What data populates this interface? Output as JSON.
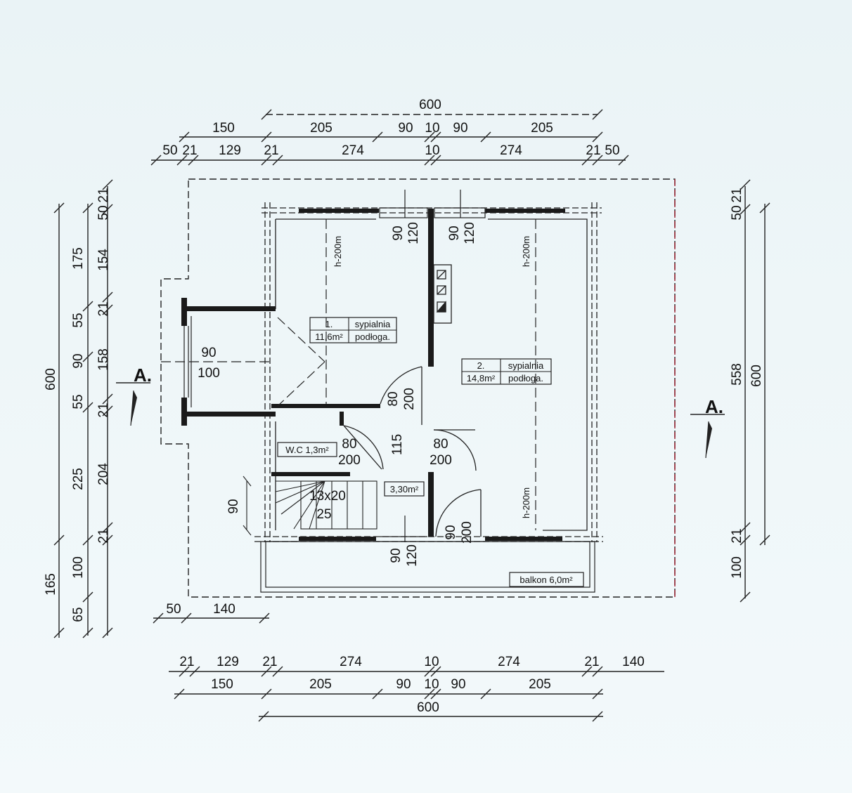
{
  "dims": {
    "top_total": "600",
    "top_mid": [
      "150",
      "205",
      "90",
      "10",
      "90",
      "205"
    ],
    "top_low": [
      "50",
      "21",
      "129",
      "21",
      "274",
      "10",
      "274",
      "21",
      "50"
    ],
    "bottom_top": [
      "21",
      "129",
      "21",
      "274",
      "10",
      "274",
      "21",
      "140"
    ],
    "bottom_mid": [
      "150",
      "205",
      "90",
      "10",
      "90",
      "205"
    ],
    "bottom_total": "600",
    "lower_left": [
      "50",
      "140"
    ],
    "left_outer": [
      "600",
      "165"
    ],
    "left_mid": [
      "175",
      "55",
      "90",
      "55",
      "225",
      "100",
      "65"
    ],
    "left_inner": [
      "21",
      "50",
      "154",
      "21",
      "158",
      "21",
      "204",
      "21"
    ],
    "right_mid": [
      "21",
      "50",
      "558",
      "21",
      "100"
    ],
    "right_outer": "600"
  },
  "openings": {
    "top_left_window": [
      "90",
      "120"
    ],
    "top_right_window": [
      "90",
      "120"
    ],
    "left_window": [
      "90",
      "100"
    ],
    "door_room2": [
      "80",
      "200"
    ],
    "door_wc": [
      "80",
      "200"
    ],
    "door_hall": [
      "80",
      "200"
    ],
    "hall_width": "115",
    "stair_width": "90",
    "bottom_window": [
      "90",
      "120"
    ],
    "balcony_door": [
      "90",
      "200"
    ]
  },
  "labels": {
    "heights": [
      "h-200m",
      "h-200m",
      "h-200m"
    ],
    "room1": {
      "num": "1.",
      "name": "sypialnia",
      "area": "11,6m²",
      "note": "podłoga."
    },
    "room2": {
      "num": "2.",
      "name": "sypialnia",
      "area": "14,8m²",
      "note": "podłoga."
    },
    "wc": "W.C 1,3m²",
    "hall": "3,30m²",
    "stairs": [
      "13x20",
      "25"
    ],
    "balcony": "balkon 6,0m²",
    "section_left": "A.",
    "section_right": "A."
  }
}
